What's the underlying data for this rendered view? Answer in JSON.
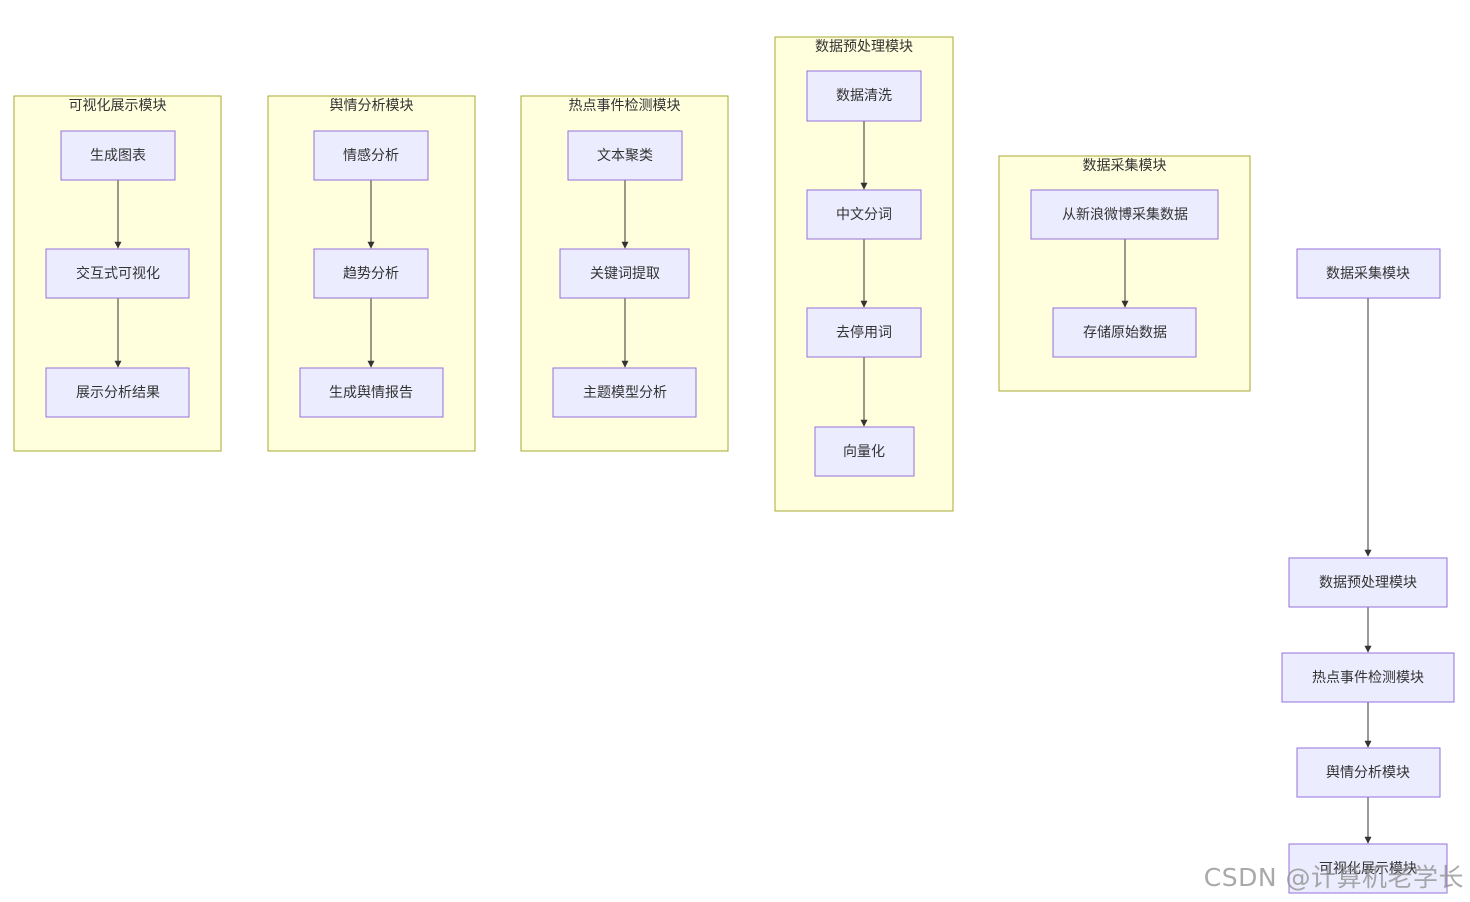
{
  "clusters": [
    {
      "title": "可视化展示模块",
      "nodes": [
        "生成图表",
        "交互式可视化",
        "展示分析结果"
      ]
    },
    {
      "title": "舆情分析模块",
      "nodes": [
        "情感分析",
        "趋势分析",
        "生成舆情报告"
      ]
    },
    {
      "title": "热点事件检测模块",
      "nodes": [
        "文本聚类",
        "关键词提取",
        "主题模型分析"
      ]
    },
    {
      "title": "数据预处理模块",
      "nodes": [
        "数据清洗",
        "中文分词",
        "去停用词",
        "向量化"
      ]
    },
    {
      "title": "数据采集模块",
      "nodes": [
        "从新浪微博采集数据",
        "存储原始数据"
      ]
    }
  ],
  "main_flow": [
    "数据采集模块",
    "数据预处理模块",
    "热点事件检测模块",
    "舆情分析模块",
    "可视化展示模块"
  ],
  "watermark": "CSDN @计算机老学长",
  "colors": {
    "cluster_fill": "#ffffde",
    "cluster_stroke": "#aaaa33",
    "node_fill": "#ececff",
    "node_stroke": "#9370db",
    "edge": "#333333"
  }
}
